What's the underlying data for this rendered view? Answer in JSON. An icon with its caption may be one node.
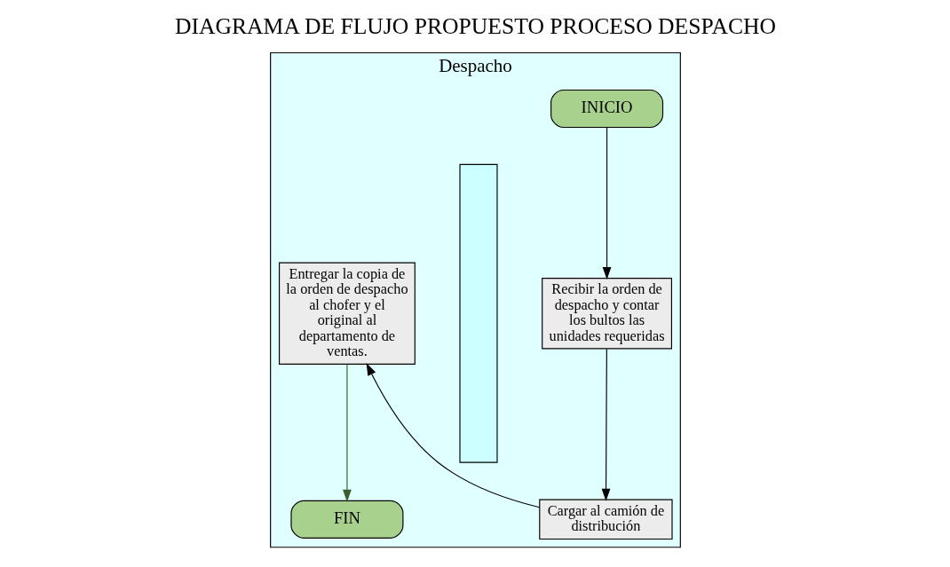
{
  "diagram": {
    "title": "DIAGRAMA DE FLUJO PROPUESTO PROCESO DESPACHO",
    "nodes": [
      {
        "text": [
          "Despacho"
        ]
      },
      {
        "text": [],
        "shape": "bar",
        "in": 0
      },
      {
        "text": [
          "INICIO"
        ],
        "in": 0
      },
      {
        "text": [
          "Recibir la orden de despacho y contar los bultos las unidades requeridas"
        ],
        "in": 0
      },
      {
        "text": [
          "Cargar al camión de distribución"
        ],
        "in": 0
      },
      {
        "text": [
          "Entregar la copia de la orden de despacho al chofer y el original al departamento de ventas."
        ],
        "in": 0
      },
      {
        "text": [
          "FIN"
        ],
        "in": 0
      }
    ],
    "edges": [
      {
        "from": 2,
        "to": 3,
        "arrow": "to"
      },
      {
        "from": 3,
        "to": 4,
        "arrow": "to"
      },
      {
        "from": 4,
        "to": 5,
        "arrow": "to"
      },
      {
        "from": 5,
        "to": 6,
        "arrow": "to",
        "color": "#3b5e2b"
      }
    ]
  }
}
